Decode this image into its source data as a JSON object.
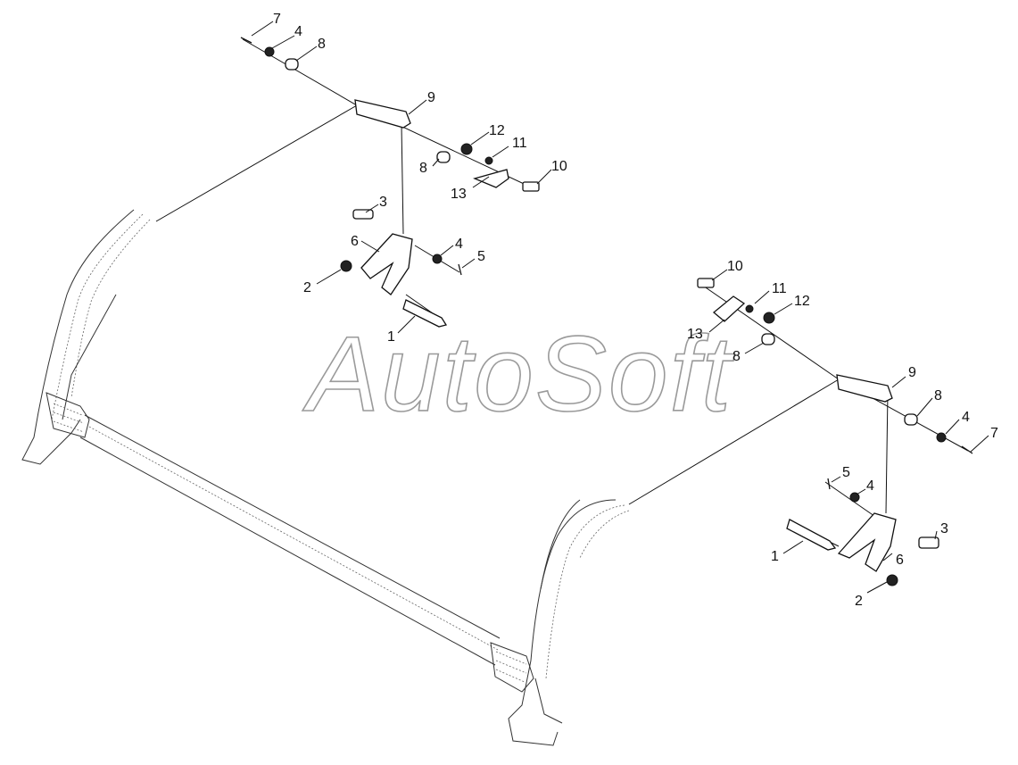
{
  "watermark": "AutoSoft",
  "callouts": {
    "left": {
      "n7": "7",
      "n4a": "4",
      "n8a": "8",
      "n9": "9",
      "n12": "12",
      "n11": "11",
      "n10": "10",
      "n8b": "8",
      "n13": "13",
      "n3": "3",
      "n6": "6",
      "n4b": "4",
      "n5": "5",
      "n2": "2",
      "n1": "1"
    },
    "right": {
      "n10": "10",
      "n11": "11",
      "n12": "12",
      "n13": "13",
      "n8a": "8",
      "n9": "9",
      "n8b": "8",
      "n4a": "4",
      "n7": "7",
      "n5": "5",
      "n4b": "4",
      "n3": "3",
      "n1": "1",
      "n6": "6",
      "n2": "2"
    }
  }
}
